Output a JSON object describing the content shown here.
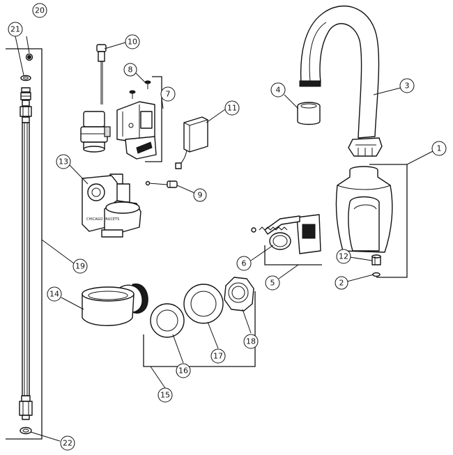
{
  "callouts": [
    {
      "id": "c1",
      "label": "1"
    },
    {
      "id": "c2",
      "label": "2"
    },
    {
      "id": "c3",
      "label": "3"
    },
    {
      "id": "c4",
      "label": "4"
    },
    {
      "id": "c5",
      "label": "5"
    },
    {
      "id": "c6",
      "label": "6"
    },
    {
      "id": "c7",
      "label": "7"
    },
    {
      "id": "c8",
      "label": "8"
    },
    {
      "id": "c9",
      "label": "9"
    },
    {
      "id": "c10",
      "label": "10"
    },
    {
      "id": "c11",
      "label": "11"
    },
    {
      "id": "c12",
      "label": "12"
    },
    {
      "id": "c13",
      "label": "13"
    },
    {
      "id": "c14",
      "label": "14"
    },
    {
      "id": "c15",
      "label": "15"
    },
    {
      "id": "c16",
      "label": "16"
    },
    {
      "id": "c17",
      "label": "17"
    },
    {
      "id": "c18",
      "label": "18"
    },
    {
      "id": "c19",
      "label": "19"
    },
    {
      "id": "c20",
      "label": "20"
    },
    {
      "id": "c21",
      "label": "21"
    },
    {
      "id": "c22",
      "label": "22"
    }
  ],
  "valve_marking": "CHICAGO FAUCETS"
}
